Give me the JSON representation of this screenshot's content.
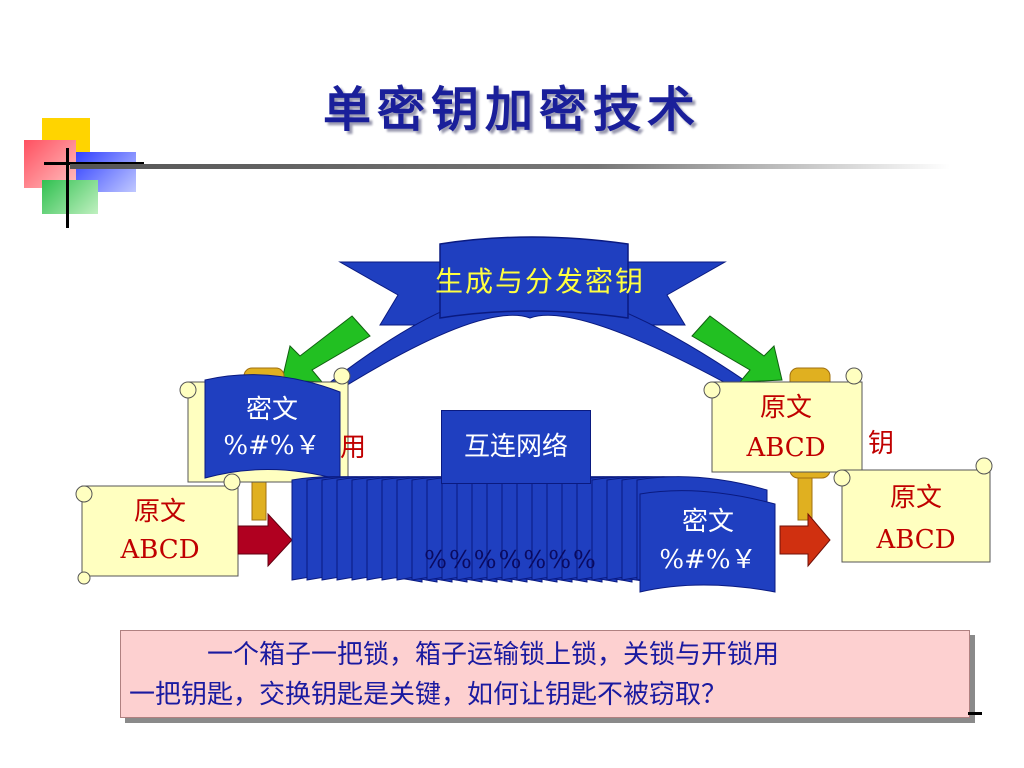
{
  "title": "单密钥加密技术",
  "banner": "生成与分发密钥",
  "network": "互连网络",
  "left": {
    "cipher_label": "密文",
    "cipher_value": "%#%￥",
    "plain_label": "原文",
    "plain_value": "ABCD",
    "key_char": "用"
  },
  "right": {
    "cipher_label": "密文",
    "cipher_value": "%#%￥",
    "plain_top_label": "原文",
    "plain_top_value": "ABCD",
    "plain_label": "原文",
    "plain_value": "ABCD",
    "key_char": "钥"
  },
  "flying_cipher_fragment": "%%%%%%%",
  "note": {
    "line1": "一个箱子一把锁，箱子运输锁上锁，关锁与开锁用",
    "line2": "一把钥匙，交换钥匙是关键，如何让钥匙不被窃取？"
  },
  "colors": {
    "title": "#1a1f9a",
    "banner_fill": "#1f3fc0",
    "banner_text": "#ffff40",
    "scroll_fill": "#ffffc0",
    "green_arrow": "#22c022",
    "red_arrow": "#b00020",
    "note_bg": "#fdd0d0",
    "key_gold": "#e0b020"
  }
}
